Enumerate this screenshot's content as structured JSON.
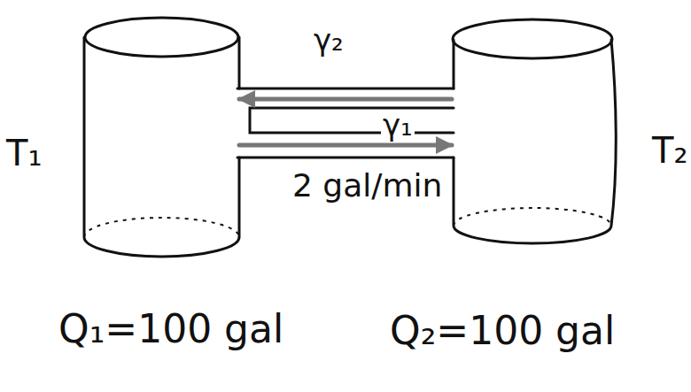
{
  "diagram": {
    "nodes": [
      {
        "text": [
          "T₁"
        ]
      },
      {
        "text": [
          "T₂"
        ]
      }
    ],
    "edges": [
      {
        "from": 1,
        "to": 0,
        "arrow": "to",
        "label": "γ₂"
      },
      {
        "from": 0,
        "to": 1,
        "arrow": "to",
        "label": "γ₁"
      }
    ],
    "labels": [
      "2 gal/min",
      "Q₁=100 gal",
      "Q₂=100 gal"
    ]
  }
}
